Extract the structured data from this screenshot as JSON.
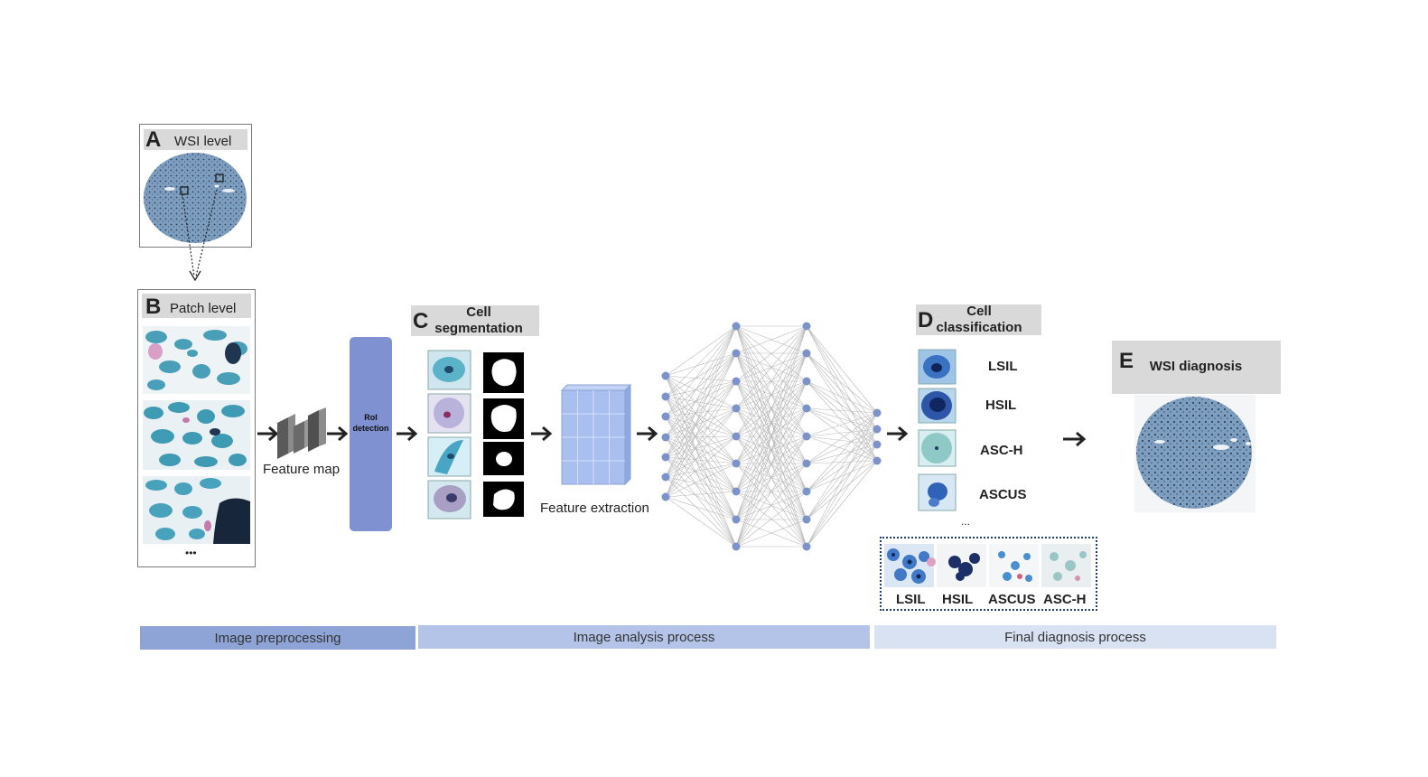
{
  "panels": {
    "a": {
      "letter": "A",
      "title": "WSI level"
    },
    "b": {
      "letter": "B",
      "title": "Patch level",
      "ellipsis": "•••"
    },
    "c": {
      "letter": "C",
      "title_line1": "Cell",
      "title_line2": "segmentation"
    },
    "d": {
      "letter": "D",
      "title_line1": "Cell",
      "title_line2": "classification"
    },
    "e": {
      "letter": "E",
      "title": "WSI diagnosis"
    }
  },
  "pipeline": {
    "feature_map_label": "Feature map",
    "roi_line1": "RoI",
    "roi_line2": "detection",
    "feature_extraction_label": "Feature extraction"
  },
  "classification": {
    "classes": [
      "LSIL",
      "HSIL",
      "ASC-H",
      "ASCUS"
    ],
    "ellipsis": "...",
    "examples": [
      "LSIL",
      "HSIL",
      "ASCUS",
      "ASC-H"
    ]
  },
  "stages": [
    {
      "label": "Image preprocessing",
      "color": "#8ea3d6"
    },
    {
      "label": "Image analysis process",
      "color": "#b4c4e8"
    },
    {
      "label": "Final diagnosis process",
      "color": "#d9e2f3"
    }
  ],
  "colors": {
    "node": "#7b93c9",
    "roi_block": "#7f91d0",
    "feature_cube": "#a9bff0",
    "header_gray": "#d9d9d9",
    "arrow": "#222222"
  }
}
